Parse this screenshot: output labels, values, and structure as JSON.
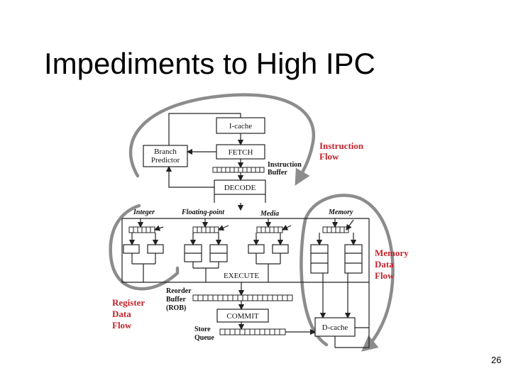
{
  "slide": {
    "title": "Impediments to High IPC",
    "page_number": "26"
  },
  "diagram": {
    "boxes": {
      "icache": "I-cache",
      "fetch": "FETCH",
      "branch_predictor_line1": "Branch",
      "branch_predictor_line2": "Predictor",
      "decode": "DECODE",
      "execute": "EXECUTE",
      "commit": "COMMIT",
      "dcache": "D-cache"
    },
    "buffer_labels": {
      "instruction_buffer_line1": "Instruction",
      "instruction_buffer_line2": "Buffer",
      "reorder_buffer_line1": "Reorder",
      "reorder_buffer_line2": "Buffer",
      "reorder_buffer_line3": "(ROB)",
      "store_queue_line1": "Store",
      "store_queue_line2": "Queue"
    },
    "units": {
      "integer": "Integer",
      "floating_point": "Floating-point",
      "media": "Media",
      "memory": "Memory"
    },
    "flows": {
      "instruction_flow_line1": "Instruction",
      "instruction_flow_line2": "Flow",
      "register_flow_line1": "Register",
      "register_flow_line2": "Data",
      "register_flow_line3": "Flow",
      "memory_flow_line1": "Memory",
      "memory_flow_line2": "Data",
      "memory_flow_line3": "Flow"
    },
    "colors": {
      "flow_label": "#c3242c",
      "flow_arc": "#8c8c8c",
      "line": "#222222"
    }
  }
}
